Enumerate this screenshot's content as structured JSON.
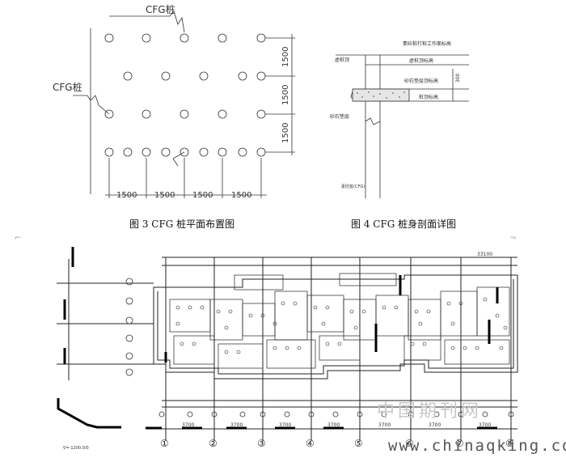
{
  "figure3": {
    "caption": "图 3 CFG 桩平面布置图",
    "pile_label_top": "CFG桩",
    "pile_label_left": "CFG桩",
    "spacing_right": [
      "1500",
      "1500",
      "1500"
    ],
    "spacing_bottom": [
      "1500",
      "1500",
      "1500",
      "1500"
    ]
  },
  "figure4": {
    "caption": "图 4 CFG 桩身剖面详图",
    "labels": {
      "work_surface": "素砼桩打桩工作面标高",
      "cap_top": "虚桩顶标高",
      "cushion_top": "砂石垫层顶标高",
      "pile_top": "桩顶标高",
      "virtual_pile": "虚桩顶",
      "sand_cushion": "砂石垫层",
      "pile_body": "素砼桩(CFG)"
    },
    "dim": "300"
  },
  "plan": {
    "axis_numbers": [
      "①",
      "②",
      "③",
      "④",
      "⑤",
      "⑥",
      "⑦",
      "⑧"
    ],
    "top_dim": "33100",
    "bottom_dims": [
      "3700",
      "3700",
      "3700",
      "3700",
      "3700",
      "3700",
      "3700"
    ],
    "corner_note": "∇=-1200.0/0"
  },
  "watermark": {
    "cn": "中国期刊网",
    "url": "www.chinaqking.com"
  }
}
